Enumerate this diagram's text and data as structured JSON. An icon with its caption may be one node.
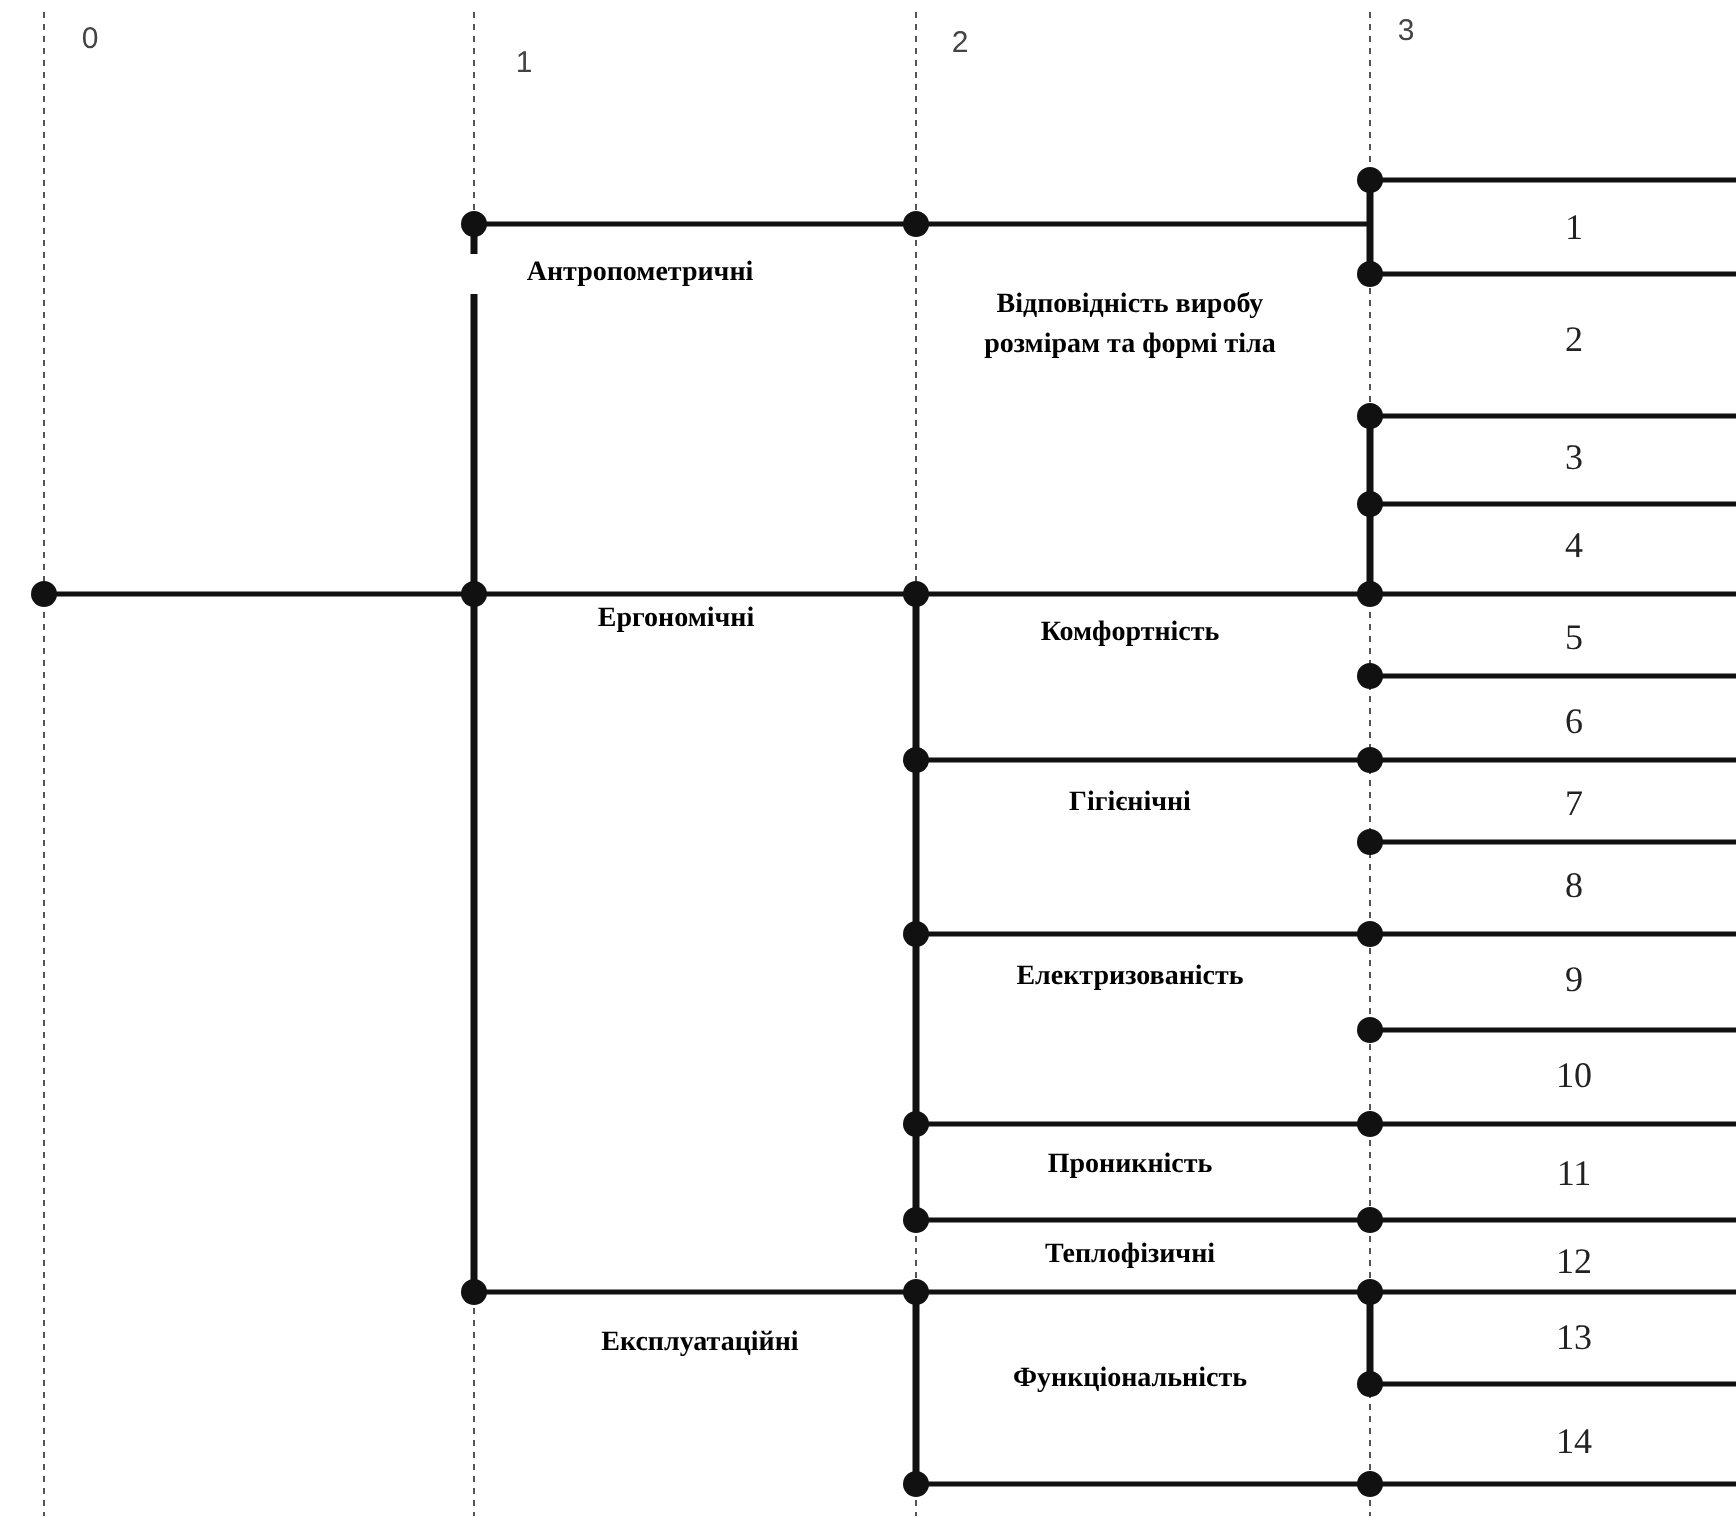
{
  "diagram": {
    "labels": [
      "0",
      "1",
      "2",
      "3",
      "1",
      "Антропометричні",
      "Відповідність виробу розмірам та формі тіла",
      "2",
      "3",
      "4",
      "Ергономічні",
      "Комфортність",
      "5",
      "6",
      "Гігієнічні",
      "7",
      "8",
      "Електризованість",
      "9",
      "10",
      "Проникність",
      "11",
      "Теплофізичні",
      "12",
      "Експлуатаційні",
      "13",
      "Функціональність",
      "14"
    ]
  }
}
